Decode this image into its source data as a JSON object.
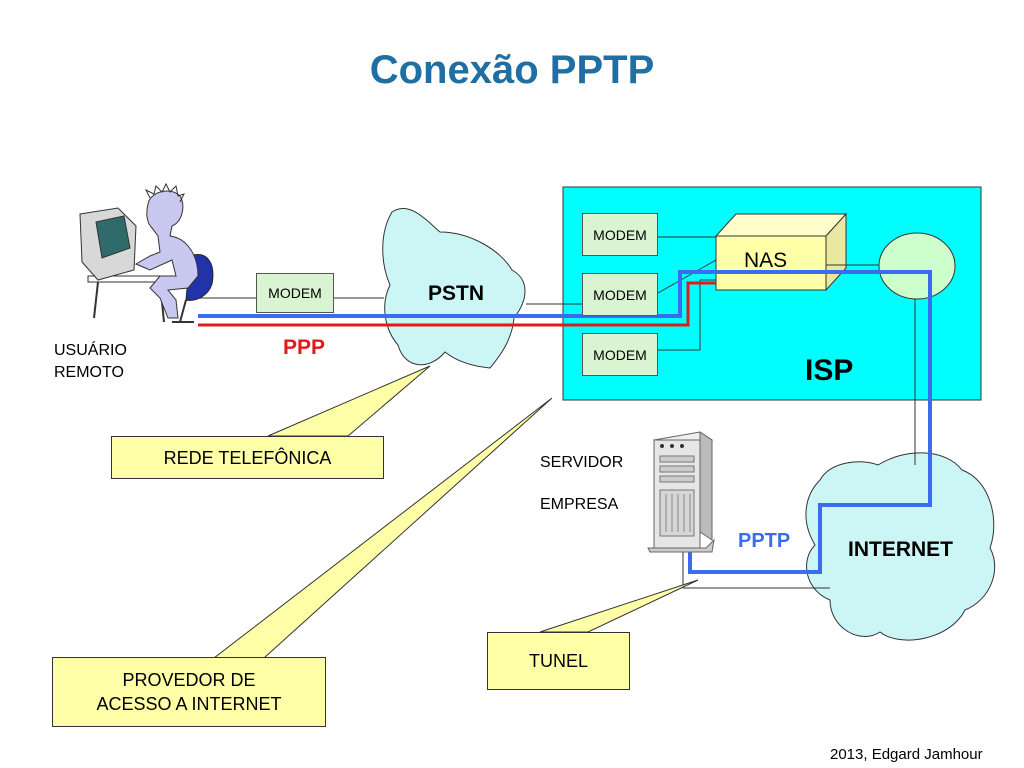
{
  "title": "Conexão PPTP",
  "user": {
    "line1": "USUÁRIO",
    "line2": "REMOTO"
  },
  "modems": {
    "user": "MODEM",
    "isp1": "MODEM",
    "isp2": "MODEM",
    "isp3": "MODEM"
  },
  "pstn": "PSTN",
  "ppp": "PPP",
  "nas": "NAS",
  "isp": "ISP",
  "server": {
    "line1": "SERVIDOR",
    "line2": "EMPRESA"
  },
  "pptp": "PPTP",
  "internet": "INTERNET",
  "callouts": {
    "rede": "REDE TELEFÔNICA",
    "provedor_line1": "PROVEDOR DE",
    "provedor_line2": "ACESSO A INTERNET",
    "tunel": "TUNEL"
  },
  "footer": "2013, Edgard Jamhour",
  "colors": {
    "title": "#1f6fa3",
    "isp_area": "#00ffff",
    "cloud": "#ccf5f5",
    "modem": "#d9f4d0",
    "nas": "#ffffa8",
    "callout": "#ffffa8",
    "blue_line": "#3b6cf0",
    "red_line": "#e01b1b"
  }
}
